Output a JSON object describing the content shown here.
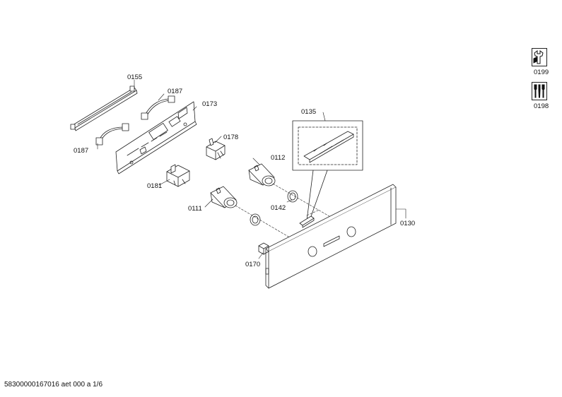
{
  "parts": {
    "p0155": "0155",
    "p0187a": "0187",
    "p0173": "0173",
    "p0187b": "0187",
    "p0178": "0178",
    "p0135": "0135",
    "p0112": "0112",
    "p0181": "0181",
    "p0111": "0111",
    "p0142": "0142",
    "p0130": "0130",
    "p0170": "0170"
  },
  "side_icons": {
    "tool_icon_label": "0199",
    "accessory_icon_label": "0198"
  },
  "footer": {
    "document_code": "58300000167016 aet 000 a 1/6"
  }
}
